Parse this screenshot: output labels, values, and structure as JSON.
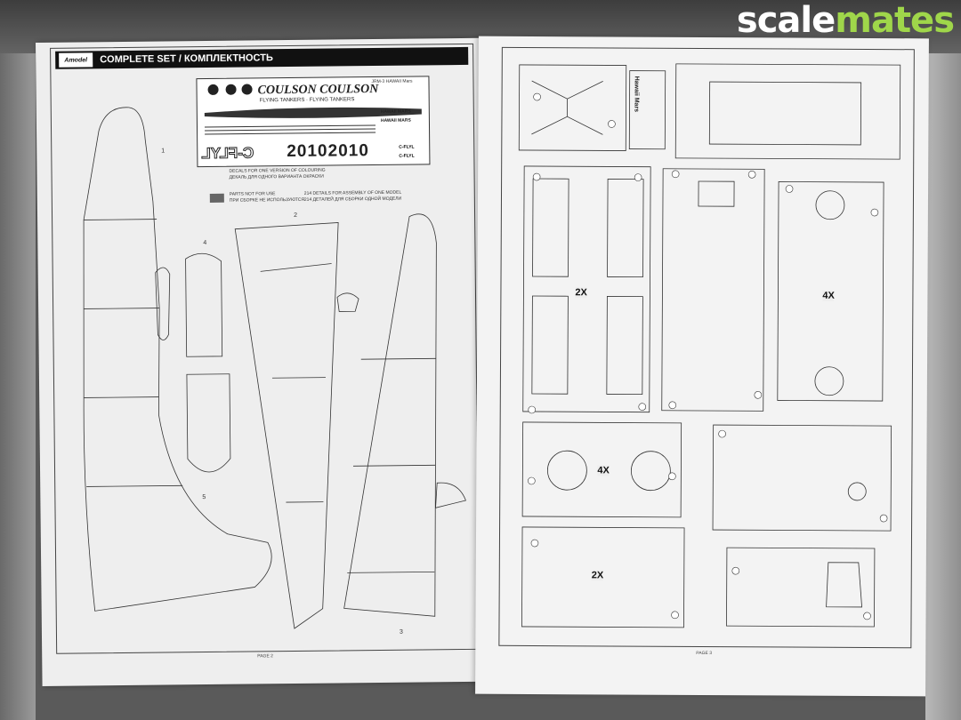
{
  "watermark": {
    "part1": "scale",
    "part2": "mates"
  },
  "left_page": {
    "header": "COMPLETE SET / КОМПЛЕКТНОСТЬ",
    "brand": "Amodel",
    "decal": {
      "sheet_title": "JRM-3 HAWAII Mars",
      "logo1": "COULSON COULSON",
      "logo_sub": "FLYING TANKERS · FLYING TANKERS",
      "name1": "HAWAII MARS",
      "name2": "HAWAII MARS",
      "reg_big": "C-FLYL",
      "reg_num": "20102010",
      "reg_small1": "C-FLYL",
      "reg_small2": "C-FLYL",
      "note_en": "DECALS FOR ONE VERSION OF COLOURING",
      "note_ru": "ДЕКАЛЬ ДЛЯ ОДНОГО ВАРИАНТА ОКРАСКИ"
    },
    "legend": {
      "parts_not_for_use_en": "PARTS NOT FOR USE",
      "parts_not_for_use_ru": "ПРИ СБОРКЕ НЕ ИСПОЛЬЗУЮТСЯ",
      "details_en": "214 DETAILS FOR ASSEMBLY OF ONE MODEL",
      "details_ru": "214 ДЕТАЛЕЙ ДЛЯ СБОРКИ ОДНОЙ МОДЕЛИ"
    },
    "part_numbers": [
      "1",
      "2",
      "3",
      "4",
      "5"
    ],
    "page_label": "PAGE 2"
  },
  "right_page": {
    "multipliers": [
      "2X",
      "4X",
      "4X",
      "2X"
    ],
    "decal_strip": "Hawaii Mars",
    "page_label": "PAGE 3"
  }
}
